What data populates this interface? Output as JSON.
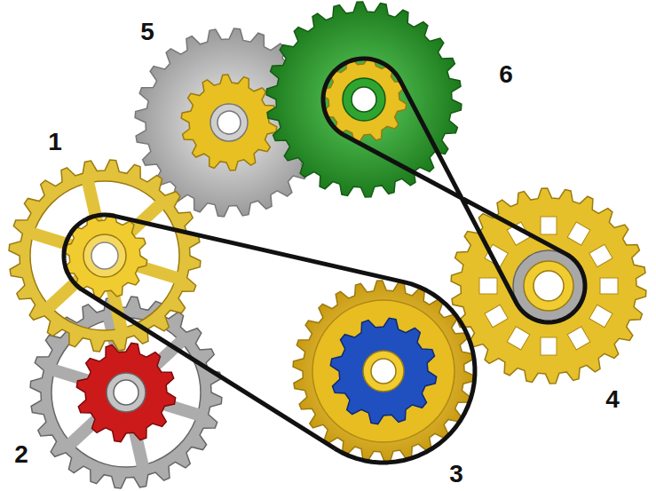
{
  "diagram": {
    "labels": [
      "5",
      "6",
      "1",
      "4",
      "2",
      "3"
    ]
  }
}
